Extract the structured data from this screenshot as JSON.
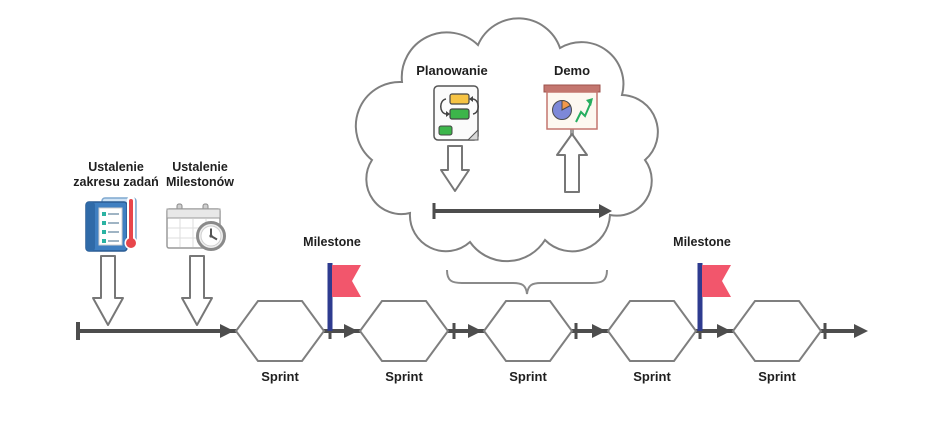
{
  "diagram": {
    "preparation": {
      "scope_label": "Ustalenie\nzakresu zadań",
      "milestones_label": "Ustalenie\nMilestonów"
    },
    "cloud": {
      "planning_label": "Planowanie",
      "demo_label": "Demo"
    },
    "timeline": {
      "milestone_labels": [
        "Milestone",
        "Milestone"
      ],
      "sprint_labels": [
        "Sprint",
        "Sprint",
        "Sprint",
        "Sprint",
        "Sprint"
      ]
    },
    "colors": {
      "timeline": "#4d4d4d",
      "shape_outline": "#7f7f7f",
      "flag": "#f2566c",
      "flag_pole": "#2e3b8f",
      "notebook_blue": "#3f7fc1",
      "thermometer_red": "#e8464b",
      "task_yellow": "#f6c344",
      "task_green": "#3cb54a",
      "pie_blue": "#7d88d8",
      "pie_orange": "#f2994a",
      "trend_green": "#27ae60"
    }
  }
}
